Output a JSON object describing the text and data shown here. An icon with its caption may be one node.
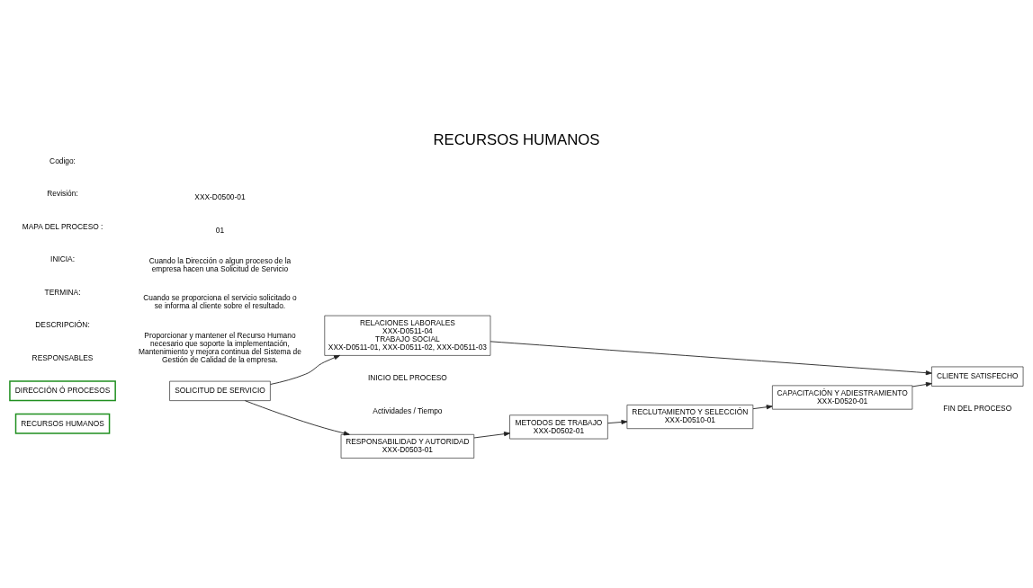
{
  "diagram": {
    "title": "RECURSOS HUMANOS",
    "nodes": [
      {
        "text": [
          "DIRECCIÓN Ó PROCESOS"
        ]
      },
      {
        "text": [
          "RECURSOS HUMANOS"
        ]
      },
      {
        "text": [
          "SOLICITUD DE SERVICIO"
        ]
      },
      {
        "text": [
          "RESPONSABILIDAD Y AUTORIDAD",
          "XXX-D0503-01"
        ]
      },
      {
        "text": [
          "METODOS DE TRABAJO",
          "XXX-D0502-01"
        ]
      },
      {
        "text": [
          "RECLUTAMIENTO Y SELECCIÓN",
          "XXX-D0510-01"
        ]
      },
      {
        "text": [
          "CAPACITACIÓN Y ADIESTRAMIENTO",
          "XXX-D0520-01"
        ]
      },
      {
        "text": [
          "RELACIONES LABORALES",
          "XXX-D0511-04",
          "TRABAJO SOCIAL",
          "XXX-D0511-01, XXX-D0511-02, XXX-D0511-03"
        ]
      },
      {
        "text": [
          "CLIENTE SATISFECHO"
        ]
      }
    ],
    "edges": [
      {
        "from": 2,
        "to": 3,
        "arrow": "to"
      },
      {
        "from": 2,
        "to": 7,
        "arrow": "to"
      },
      {
        "from": 3,
        "to": 4,
        "arrow": "to"
      },
      {
        "from": 4,
        "to": 5,
        "arrow": "to"
      },
      {
        "from": 5,
        "to": 6,
        "arrow": "to"
      },
      {
        "from": 6,
        "to": 8,
        "arrow": "to"
      },
      {
        "from": 7,
        "to": 8,
        "arrow": "to"
      }
    ],
    "labels": [
      "Codigo:",
      "XXX-D0500-01",
      "Revisión:",
      "01",
      "MAPA DEL PROCESO :",
      "INICIA:",
      "Cuando la Dirección o algun proceso de la empresa hacen una Solicitud de Servicio",
      "TERMINA:",
      "Cuando se proporciona el servicio solicitado o se informa al cliente sobre el resultado.",
      "DESCRIPCIÓN:",
      "Proporcionar y mantener el Recurso Humano necesario que soporte la implementación, Mantenimiento y mejora continua del Sistema de Gestión de Calidad de la empresa.",
      "RESPONSABLES",
      "Actividades / Tiempo",
      "INICIO DEL PROCESO",
      "FIN DEL PROCESO"
    ]
  }
}
